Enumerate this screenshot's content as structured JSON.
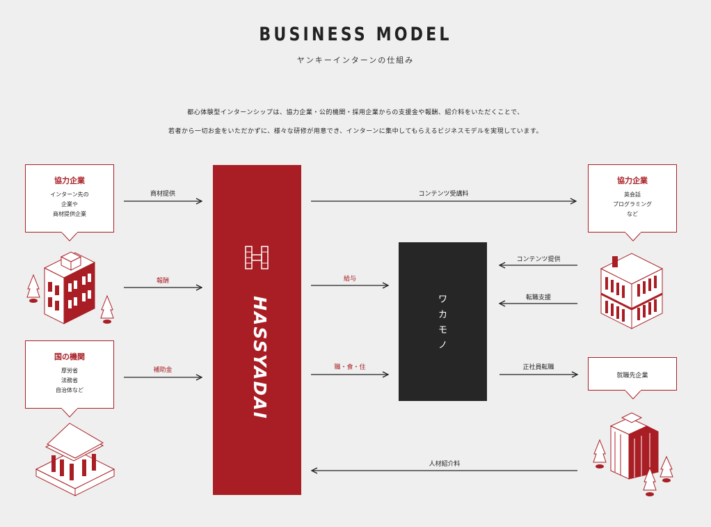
{
  "header": {
    "title": "BUSINESS MODEL",
    "subtitle": "ヤンキーインターンの仕組み"
  },
  "description": {
    "line1": "都心体験型インターンシップは、協力企業・公的機関・採用企業からの支援金や報酬、紹介料をいただくことで、",
    "line2": "若者から一切お金をいただかずに、様々な研修が用意でき、インターンに集中してもらえるビジネスモデルを実現しています。"
  },
  "left_callouts": [
    {
      "title": "協力企業",
      "body": "インターン先の\n企業や\n商材提供企業"
    },
    {
      "title": "国の機関",
      "body": "厚労省\n法務省\n自治体など"
    }
  ],
  "right_callouts": [
    {
      "title": "協力企業",
      "body": "英会話\nプログラミング\nなど"
    },
    {
      "title": "就職先企業"
    }
  ],
  "left_arrows": [
    "商材提供",
    "報酬",
    "補助金"
  ],
  "center_arrows": [
    "給与",
    "職・食・住"
  ],
  "top_arrow": "コンテンツ受講料",
  "right_arrows": [
    "コンテンツ提供",
    "転職支援",
    "正社員転職"
  ],
  "bottom_arrow": "人材紹介料",
  "hassyadai": {
    "logo_text": "HASSYADAI"
  },
  "wakamono": {
    "chars": [
      "ワ",
      "カ",
      "モ",
      "ノ"
    ]
  },
  "colors": {
    "accent": "#a81e24",
    "dark": "#262626",
    "background": "#efefef"
  },
  "icons": [
    "tree-icon",
    "office-building-icon",
    "government-building-icon",
    "company-building-icon"
  ]
}
